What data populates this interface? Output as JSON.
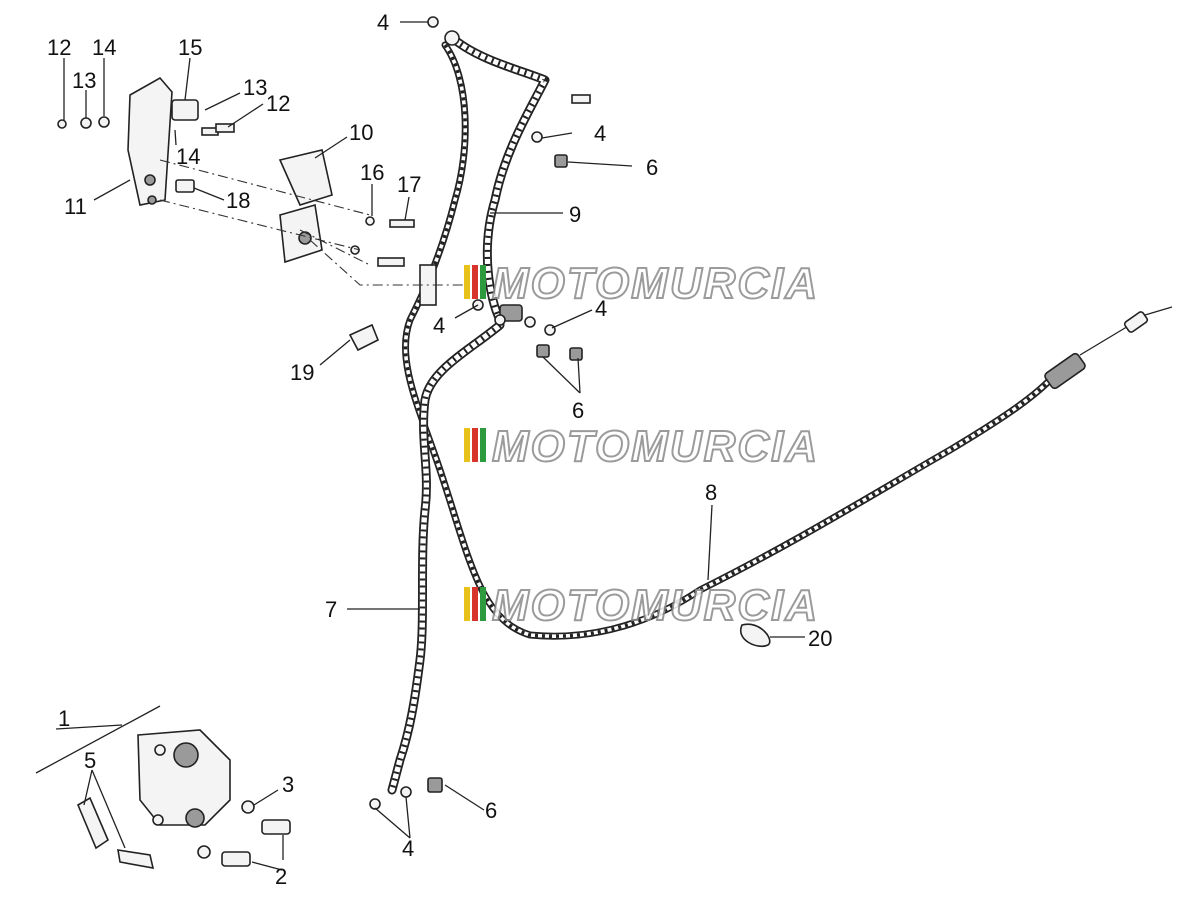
{
  "callouts": {
    "c1": "1",
    "c2": "2",
    "c3": "3",
    "c4a": "4",
    "c4b": "4",
    "c4c": "4",
    "c4d": "4",
    "c4e": "4",
    "c5": "5",
    "c6a": "6",
    "c6b": "6",
    "c6c": "6",
    "c7": "7",
    "c8": "8",
    "c9": "9",
    "c10": "10",
    "c11": "11",
    "c12a": "12",
    "c12b": "12",
    "c13a": "13",
    "c13b": "13",
    "c14a": "14",
    "c14b": "14",
    "c15": "15",
    "c16": "16",
    "c17": "17",
    "c18": "18",
    "c19": "19",
    "c20": "20"
  },
  "watermark": {
    "text": "MOTOMURCIA",
    "stripe_colors": [
      "#e8c21a",
      "#d9342b",
      "#2e9a3e",
      "#9a9a9a"
    ]
  }
}
